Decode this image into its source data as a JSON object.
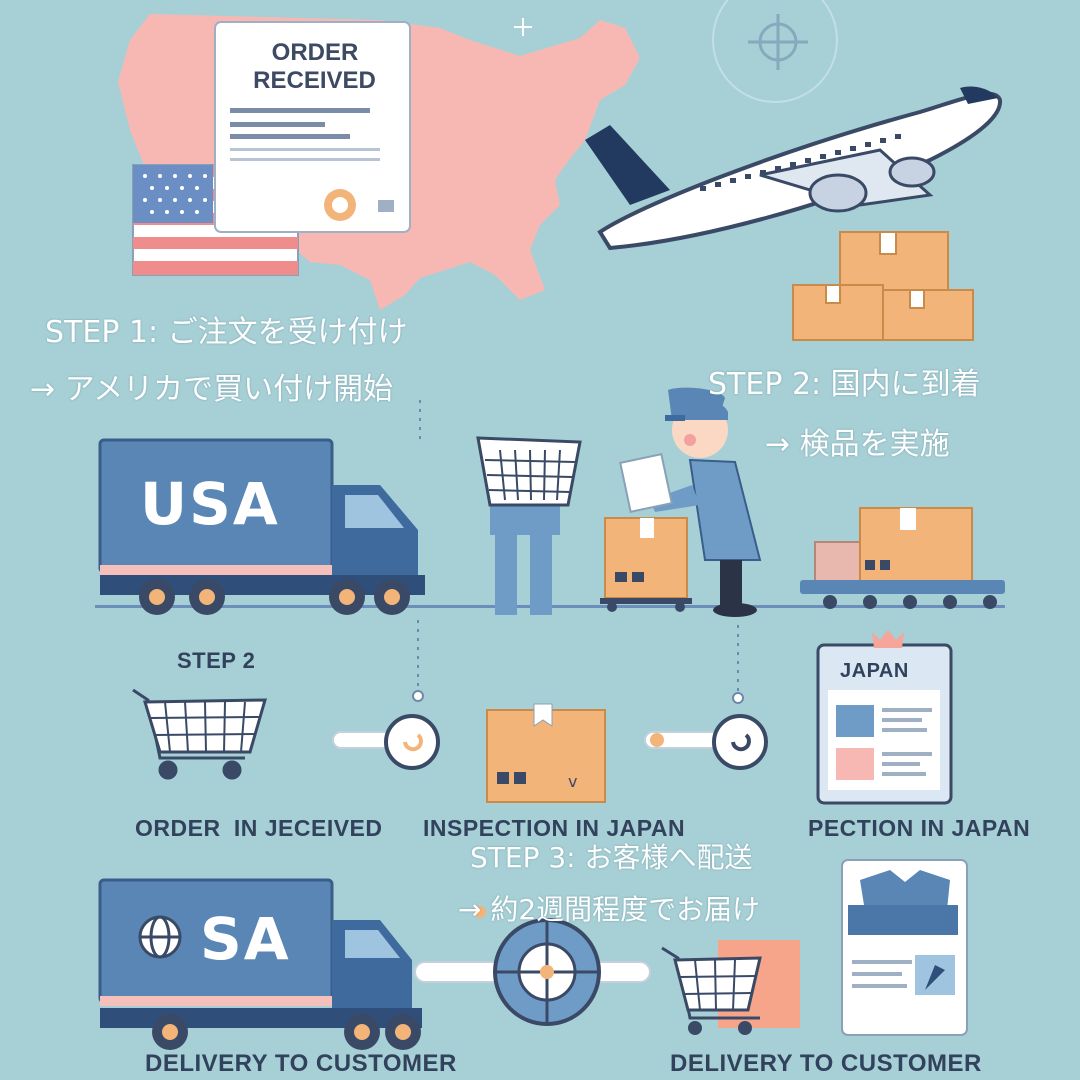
{
  "steps": {
    "step1": {
      "line1": "STEP 1: ご注文を受け付け",
      "line2": "→ アメリカで買い付け開始"
    },
    "step2": {
      "line1": "STEP 2: 国内に到着",
      "line2": "→ 検品を実施"
    },
    "step3": {
      "line1": "STEP 3: お客様へ配送",
      "line2": "→ 約2週間程度でお届け"
    }
  },
  "document": {
    "line1": "ORDER",
    "line2": "RECEIVED"
  },
  "trucks": {
    "top": "USA",
    "bottom": "SA"
  },
  "middle_row": {
    "step_label": "STEP 2",
    "label_left": "ORDER IN JECEIVED",
    "label_center": "INSPECTION IN JAPAN",
    "label_right": "PECTION IN JAPAN",
    "clipboard_title": "JAPAN"
  },
  "bottom_row": {
    "label_left": "DELIVERY TO CUSTOMER",
    "label_right": "DELIVERY TO CUSTOMER"
  },
  "colors": {
    "background": "#a6d0d6",
    "map": "#f7b8b4",
    "truck": "#5a86b5",
    "box": "#f2b478",
    "text_white": "#ffffff",
    "text_dark": "#32425c"
  },
  "icons": [
    "usa-map",
    "us-flag-icon",
    "document-icon",
    "airplane-icon",
    "truck-icon",
    "cart-icon",
    "box-icon",
    "clipboard-icon",
    "worker-icon",
    "globe-icon",
    "shirt-icon",
    "target-icon"
  ]
}
